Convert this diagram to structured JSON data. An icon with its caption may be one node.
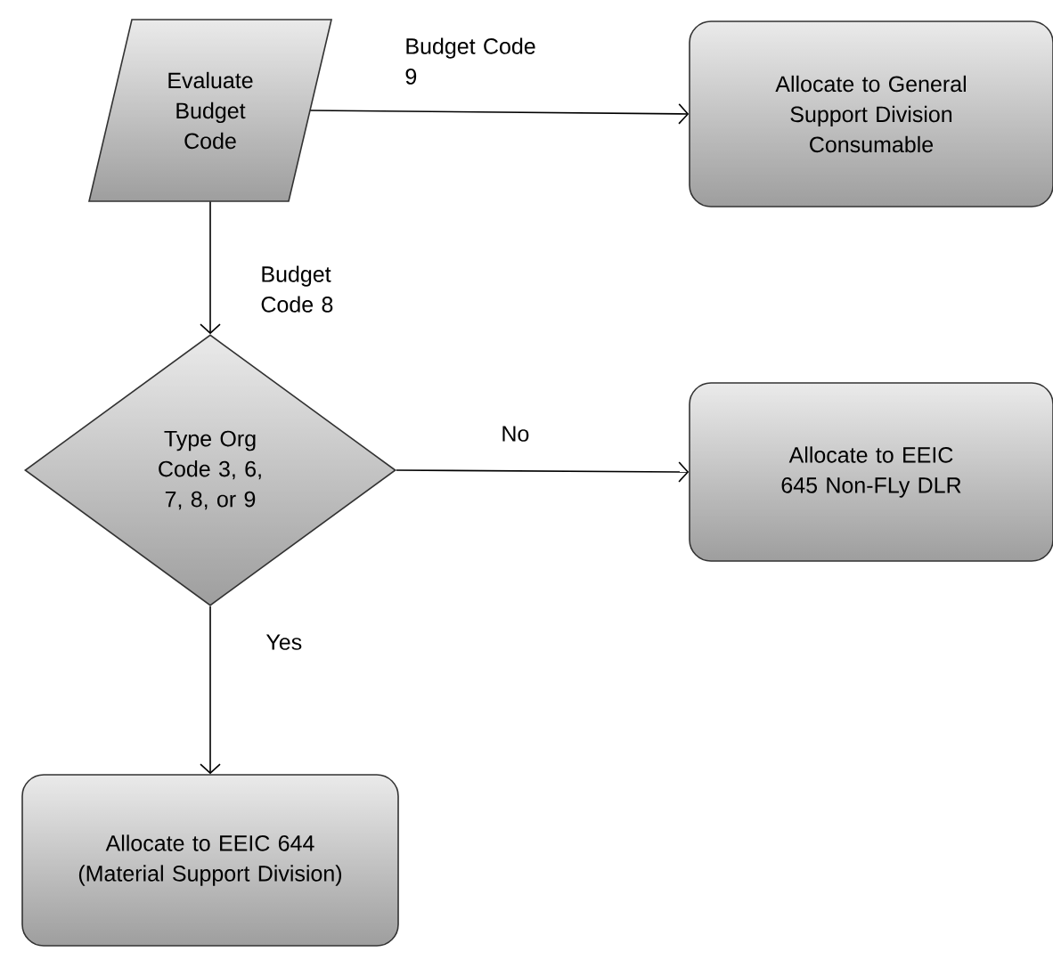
{
  "diagram": {
    "nodes": [
      {
        "text": [
          "Evaluate Budget Code"
        ]
      },
      {
        "text": [
          "Allocate to General Support Division Consumable"
        ]
      },
      {
        "text": [
          "Type Org Code 3, 6, 7, 8, or 9"
        ]
      },
      {
        "text": [
          "Allocate to EEIC 645 Non-FLy DLR"
        ]
      },
      {
        "text": [
          "Allocate to EEIC 644 (Material Support Division)"
        ]
      }
    ],
    "edges": [
      {
        "from": 0,
        "to": 1,
        "arrow": "to",
        "label": "Budget Code 9"
      },
      {
        "from": 0,
        "to": 2,
        "arrow": "to",
        "label": "Budget Code 8"
      },
      {
        "from": 2,
        "to": 3,
        "arrow": "to",
        "label": "No"
      },
      {
        "from": 2,
        "to": 4,
        "arrow": "to",
        "label": "Yes"
      }
    ]
  }
}
